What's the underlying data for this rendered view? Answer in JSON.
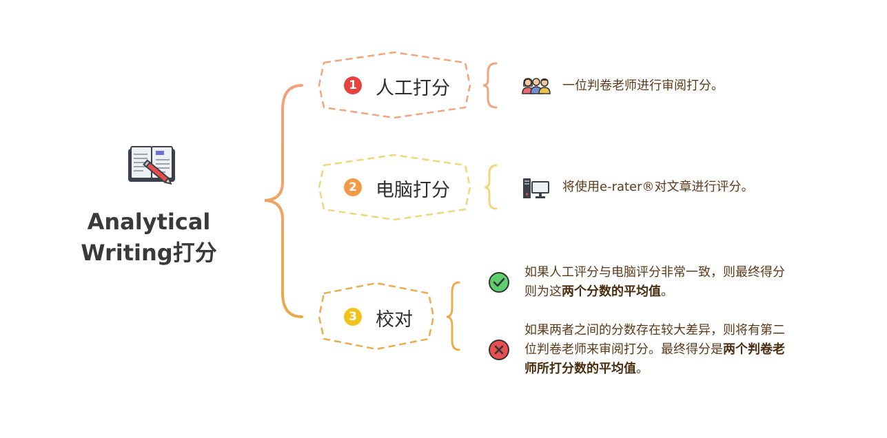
{
  "root": {
    "line1": "Analytical",
    "line2": "Writing打分",
    "icon": "open-book-with-pencil-icon"
  },
  "branches": [
    {
      "number": "1",
      "label": "人工打分",
      "badge_color": "#e8423f",
      "border_color": "#f0a57e",
      "icon": "people-icon",
      "text": "一位判卷老师进行审阅打分。"
    },
    {
      "number": "2",
      "label": "电脑打分",
      "badge_color": "#f39a48",
      "border_color": "#f3d57c",
      "icon": "computer-icon",
      "text": "将使用e-rater®对文章进行评分。"
    },
    {
      "number": "3",
      "label": "校对",
      "badge_color": "#f1c21b",
      "border_color": "#ebab4e",
      "items": [
        {
          "icon": "check-circle-icon",
          "color": "#5dcf6d",
          "text_line1": "如果人工评分与电脑评分非常一致，则最终得分",
          "text_line2_pre": "则为这",
          "text_line2_bold": "两个分数的平均值",
          "text_line2_post": "。"
        },
        {
          "icon": "cross-circle-icon",
          "color": "#ea4e4e",
          "text_line1": "如果两者之间的分数存在较大差异，则将有第二",
          "text_line2_pre": "位判卷老师来审阅打分。最终得分是",
          "text_line2_bold": "两个判卷老",
          "text_line3_bold": "师所打分数的平均值",
          "text_line3_post": "。"
        }
      ]
    }
  ]
}
